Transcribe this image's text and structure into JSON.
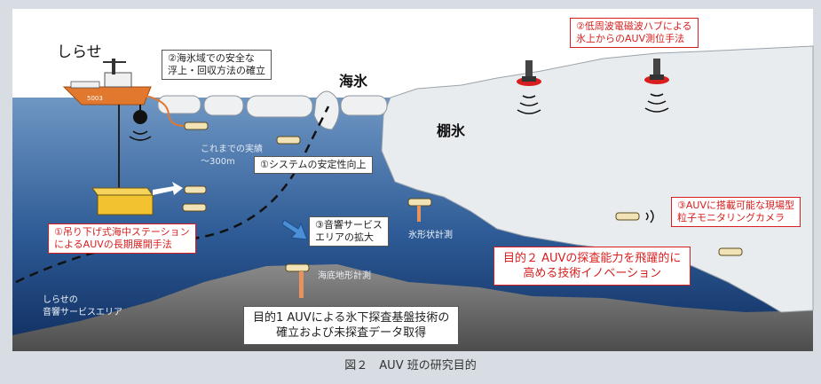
{
  "labels": {
    "ship_name": "しらせ",
    "sea_ice": "海氷",
    "ice_shelf": "棚氷",
    "safe_recovery": "②海氷域での安全な\n浮上・回収方法の確立",
    "em_positioning": "②低周波電磁波ハブによる\n氷上からのAUV測位手法",
    "previous_range": "これまでの実績\n～300m",
    "stability": "①システムの安定性向上",
    "hanging_station": "①吊り下げ式海中ステーション\nによるAUVの長期展開手法",
    "acoustic_expand": "③音響サービス\nエリアの拡大",
    "ice_shape": "氷形状計測",
    "seafloor_survey": "海底地形計測",
    "particle_camera": "③AUVに搭載可能な現場型\n粒子モニタリングカメラ",
    "goal2": "目的２ AUVの探査能力を飛躍的に\n高める技術イノベーション",
    "goal1": "目的1 AUVによる氷下探査基盤技術の\n確立および未探査データ取得",
    "service_area": "しらせの\n音響サービスエリア",
    "hull_number": "5003"
  },
  "caption": "図２　AUV 班の研究目的",
  "colors": {
    "sky": "#ffffff",
    "ocean_top": "#6f97c4",
    "ocean_bottom": "#0f2d5e",
    "ice": "#e9ecef",
    "seabed": "#6d6d6d",
    "ship_hull": "#e2782e",
    "station": "#f2c230",
    "accent_red": "#d81e1e"
  },
  "icons": [
    "ship-icon",
    "auv-icon",
    "hub-icon",
    "signal-icon",
    "arrow-icon"
  ]
}
